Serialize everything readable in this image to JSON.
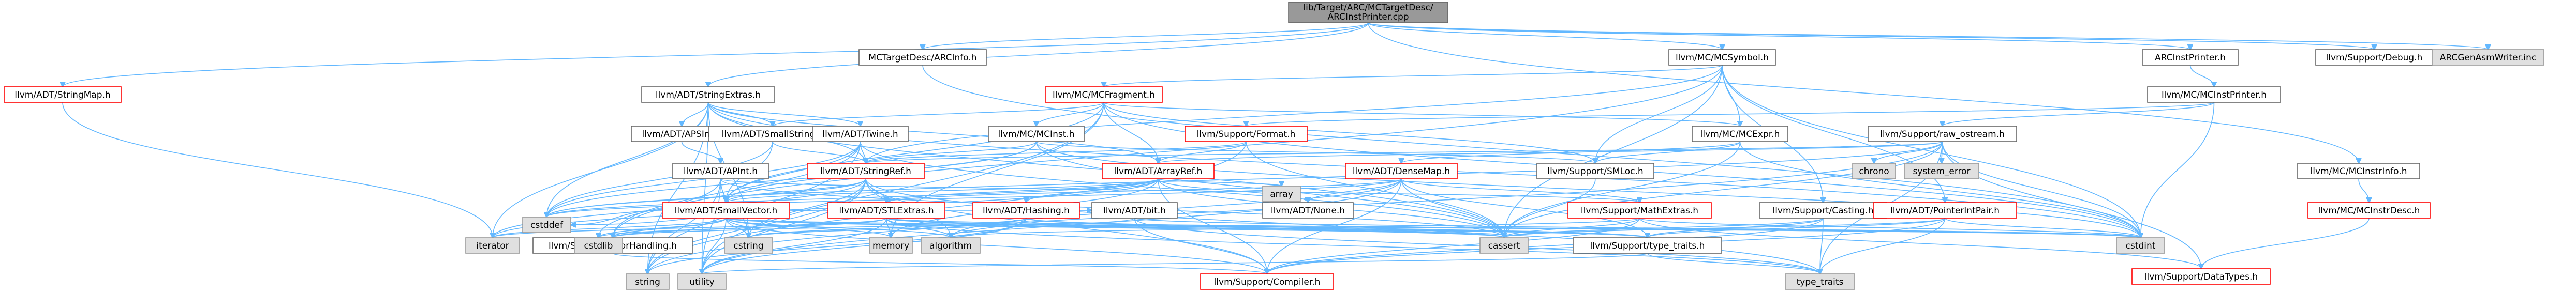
{
  "colors": {
    "edge": "#63b8ff",
    "normal_border": "#666666",
    "normal_fill": "#ffffff",
    "focus_fill": "#999999",
    "focus_border": "#666666",
    "missing_border": "#ff0000",
    "external_fill": "#e0e0e0",
    "external_border": "#999999"
  },
  "graph": {
    "root": "n1",
    "nodes": [
      {
        "id": "n1",
        "label": "lib/Target/ARC/MCTargetDesc/ARCInstPrinter.cpp",
        "kind": "focus"
      },
      {
        "id": "n2",
        "label": "MCTargetDesc/ARCInfo.h",
        "kind": "normal"
      },
      {
        "id": "n3",
        "label": "llvm/ADT/StringMap.h",
        "kind": "missing"
      },
      {
        "id": "n4",
        "label": "llvm/ADT/StringExtras.h",
        "kind": "normal"
      },
      {
        "id": "n5",
        "label": "llvm/MC/MCSymbol.h",
        "kind": "normal"
      },
      {
        "id": "n6",
        "label": "ARCInstPrinter.h",
        "kind": "normal"
      },
      {
        "id": "n7",
        "label": "llvm/Support/Debug.h",
        "kind": "normal"
      },
      {
        "id": "n8",
        "label": "ARCGenAsmWriter.inc",
        "kind": "external"
      },
      {
        "id": "n9",
        "label": "llvm/MC/MCFragment.h",
        "kind": "missing"
      },
      {
        "id": "n10",
        "label": "llvm/MC/MCInstPrinter.h",
        "kind": "normal"
      },
      {
        "id": "n11",
        "label": "llvm/ADT/APSInt.h",
        "kind": "normal"
      },
      {
        "id": "n12",
        "label": "llvm/ADT/SmallString.h",
        "kind": "normal"
      },
      {
        "id": "n13",
        "label": "llvm/ADT/Twine.h",
        "kind": "normal"
      },
      {
        "id": "n14",
        "label": "llvm/MC/MCInst.h",
        "kind": "normal"
      },
      {
        "id": "n15",
        "label": "llvm/Support/Format.h",
        "kind": "missing"
      },
      {
        "id": "n16",
        "label": "llvm/MC/MCExpr.h",
        "kind": "normal"
      },
      {
        "id": "n17",
        "label": "llvm/Support/raw_ostream.h",
        "kind": "normal"
      },
      {
        "id": "n18",
        "label": "llvm/ADT/APInt.h",
        "kind": "normal"
      },
      {
        "id": "n19",
        "label": "llvm/ADT/StringRef.h",
        "kind": "missing"
      },
      {
        "id": "n20",
        "label": "llvm/ADT/ArrayRef.h",
        "kind": "missing"
      },
      {
        "id": "n21",
        "label": "llvm/ADT/DenseMap.h",
        "kind": "missing"
      },
      {
        "id": "n22",
        "label": "llvm/Support/SMLoc.h",
        "kind": "normal"
      },
      {
        "id": "n23",
        "label": "chrono",
        "kind": "external"
      },
      {
        "id": "n24",
        "label": "system_error",
        "kind": "external"
      },
      {
        "id": "n25",
        "label": "llvm/MC/MCInstrInfo.h",
        "kind": "normal"
      },
      {
        "id": "n26",
        "label": "llvm/ADT/SmallVector.h",
        "kind": "missing"
      },
      {
        "id": "n27",
        "label": "llvm/ADT/STLExtras.h",
        "kind": "missing"
      },
      {
        "id": "n28",
        "label": "llvm/ADT/Hashing.h",
        "kind": "missing"
      },
      {
        "id": "n29",
        "label": "llvm/ADT/bit.h",
        "kind": "normal"
      },
      {
        "id": "n30",
        "label": "array",
        "kind": "external"
      },
      {
        "id": "n31",
        "label": "llvm/ADT/None.h",
        "kind": "normal"
      },
      {
        "id": "n32",
        "label": "llvm/Support/MathExtras.h",
        "kind": "missing"
      },
      {
        "id": "n33",
        "label": "llvm/Support/Casting.h",
        "kind": "normal"
      },
      {
        "id": "n34",
        "label": "llvm/ADT/PointerIntPair.h",
        "kind": "missing"
      },
      {
        "id": "n35",
        "label": "llvm/MC/MCInstrDesc.h",
        "kind": "missing"
      },
      {
        "id": "n36",
        "label": "llvm/Support/ErrorHandling.h",
        "kind": "normal"
      },
      {
        "id": "n37",
        "label": "iterator",
        "kind": "external"
      },
      {
        "id": "n38",
        "label": "cstddef",
        "kind": "external"
      },
      {
        "id": "n39",
        "label": "cstdlib",
        "kind": "external"
      },
      {
        "id": "n40",
        "label": "cstring",
        "kind": "external"
      },
      {
        "id": "n41",
        "label": "memory",
        "kind": "external"
      },
      {
        "id": "n42",
        "label": "algorithm",
        "kind": "external"
      },
      {
        "id": "n43",
        "label": "cassert",
        "kind": "external"
      },
      {
        "id": "n44",
        "label": "llvm/Support/type_traits.h",
        "kind": "normal"
      },
      {
        "id": "n45",
        "label": "cstdint",
        "kind": "external"
      },
      {
        "id": "n46",
        "label": "llvm/Support/DataTypes.h",
        "kind": "missing"
      },
      {
        "id": "n47",
        "label": "string",
        "kind": "external"
      },
      {
        "id": "n48",
        "label": "utility",
        "kind": "external"
      },
      {
        "id": "n49",
        "label": "llvm/Support/Compiler.h",
        "kind": "missing"
      },
      {
        "id": "n50",
        "label": "type_traits",
        "kind": "external"
      }
    ],
    "edges": [
      [
        "n1",
        "n2"
      ],
      [
        "n1",
        "n3"
      ],
      [
        "n1",
        "n4"
      ],
      [
        "n1",
        "n5"
      ],
      [
        "n1",
        "n6"
      ],
      [
        "n1",
        "n7"
      ],
      [
        "n1",
        "n8"
      ],
      [
        "n1",
        "n25"
      ],
      [
        "n2",
        "n45"
      ],
      [
        "n3",
        "n37"
      ],
      [
        "n4",
        "n11"
      ],
      [
        "n4",
        "n12"
      ],
      [
        "n4",
        "n13"
      ],
      [
        "n4",
        "n19"
      ],
      [
        "n4",
        "n20"
      ],
      [
        "n4",
        "n37"
      ],
      [
        "n4",
        "n38"
      ],
      [
        "n4",
        "n40"
      ],
      [
        "n4",
        "n47"
      ],
      [
        "n4",
        "n48"
      ],
      [
        "n4",
        "n45"
      ],
      [
        "n4",
        "n43"
      ],
      [
        "n5",
        "n9"
      ],
      [
        "n5",
        "n16"
      ],
      [
        "n5",
        "n19"
      ],
      [
        "n5",
        "n22"
      ],
      [
        "n5",
        "n36"
      ],
      [
        "n5",
        "n43"
      ],
      [
        "n5",
        "n45"
      ],
      [
        "n5",
        "n33"
      ],
      [
        "n5",
        "n34"
      ],
      [
        "n6",
        "n10"
      ],
      [
        "n9",
        "n14"
      ],
      [
        "n9",
        "n20"
      ],
      [
        "n9",
        "n26"
      ],
      [
        "n9",
        "n12"
      ],
      [
        "n9",
        "n16"
      ],
      [
        "n9",
        "n22"
      ],
      [
        "n9",
        "n45"
      ],
      [
        "n9",
        "n48"
      ],
      [
        "n9",
        "n41"
      ],
      [
        "n10",
        "n15"
      ],
      [
        "n10",
        "n17"
      ],
      [
        "n10",
        "n45"
      ],
      [
        "n11",
        "n18"
      ],
      [
        "n12",
        "n19"
      ],
      [
        "n12",
        "n26"
      ],
      [
        "n12",
        "n38"
      ],
      [
        "n13",
        "n19"
      ],
      [
        "n13",
        "n26"
      ],
      [
        "n13",
        "n36"
      ],
      [
        "n13",
        "n43"
      ],
      [
        "n13",
        "n38"
      ],
      [
        "n13",
        "n47"
      ],
      [
        "n14",
        "n19"
      ],
      [
        "n14",
        "n26"
      ],
      [
        "n14",
        "n22"
      ],
      [
        "n14",
        "n43"
      ],
      [
        "n14",
        "n38"
      ],
      [
        "n14",
        "n45"
      ],
      [
        "n15",
        "n20"
      ],
      [
        "n15",
        "n19"
      ],
      [
        "n15",
        "n43"
      ],
      [
        "n15",
        "n47"
      ],
      [
        "n16",
        "n21"
      ],
      [
        "n16",
        "n22"
      ],
      [
        "n16",
        "n43"
      ],
      [
        "n16",
        "n45"
      ],
      [
        "n17",
        "n20"
      ],
      [
        "n17",
        "n19"
      ],
      [
        "n17",
        "n23"
      ],
      [
        "n17",
        "n24"
      ],
      [
        "n17",
        "n43"
      ],
      [
        "n17",
        "n38"
      ],
      [
        "n17",
        "n45"
      ],
      [
        "n17",
        "n47"
      ],
      [
        "n17",
        "n50"
      ],
      [
        "n17",
        "n46"
      ],
      [
        "n18",
        "n32"
      ],
      [
        "n18",
        "n43"
      ],
      [
        "n18",
        "n39"
      ],
      [
        "n18",
        "n47"
      ],
      [
        "n18",
        "n48"
      ],
      [
        "n18",
        "n40"
      ],
      [
        "n19",
        "n26"
      ],
      [
        "n19",
        "n27"
      ],
      [
        "n19",
        "n49"
      ],
      [
        "n19",
        "n42"
      ],
      [
        "n19",
        "n38"
      ],
      [
        "n19",
        "n40"
      ],
      [
        "n19",
        "n37"
      ],
      [
        "n19",
        "n47"
      ],
      [
        "n19",
        "n48"
      ],
      [
        "n19",
        "n50"
      ],
      [
        "n20",
        "n28"
      ],
      [
        "n20",
        "n31"
      ],
      [
        "n20",
        "n26"
      ],
      [
        "n20",
        "n27"
      ],
      [
        "n20",
        "n49"
      ],
      [
        "n20",
        "n30"
      ],
      [
        "n20",
        "n43"
      ],
      [
        "n20",
        "n38"
      ],
      [
        "n20",
        "n37"
      ],
      [
        "n20",
        "n41"
      ],
      [
        "n21",
        "n31"
      ],
      [
        "n21",
        "n27"
      ],
      [
        "n21",
        "n32"
      ],
      [
        "n21",
        "n49"
      ],
      [
        "n21",
        "n44"
      ],
      [
        "n21",
        "n43"
      ],
      [
        "n21",
        "n38"
      ],
      [
        "n21",
        "n48"
      ],
      [
        "n21",
        "n42"
      ],
      [
        "n22",
        "n43"
      ],
      [
        "n25",
        "n35"
      ],
      [
        "n26",
        "n49"
      ],
      [
        "n26",
        "n44"
      ],
      [
        "n26",
        "n36"
      ],
      [
        "n26",
        "n42"
      ],
      [
        "n26",
        "n43"
      ],
      [
        "n26",
        "n38"
      ],
      [
        "n26",
        "n39"
      ],
      [
        "n26",
        "n40"
      ],
      [
        "n26",
        "n37"
      ],
      [
        "n26",
        "n41"
      ],
      [
        "n26",
        "n48"
      ],
      [
        "n26",
        "n45"
      ],
      [
        "n27",
        "n29"
      ],
      [
        "n27",
        "n44"
      ],
      [
        "n27",
        "n36"
      ],
      [
        "n27",
        "n42"
      ],
      [
        "n27",
        "n43"
      ],
      [
        "n27",
        "n38"
      ],
      [
        "n27",
        "n45"
      ],
      [
        "n27",
        "n39"
      ],
      [
        "n27",
        "n37"
      ],
      [
        "n27",
        "n41"
      ],
      [
        "n27",
        "n48"
      ],
      [
        "n27",
        "n50"
      ],
      [
        "n28",
        "n29"
      ],
      [
        "n28",
        "n36"
      ],
      [
        "n28",
        "n44"
      ],
      [
        "n28",
        "n43"
      ],
      [
        "n28",
        "n40"
      ],
      [
        "n28",
        "n47"
      ],
      [
        "n28",
        "n48"
      ],
      [
        "n28",
        "n42"
      ],
      [
        "n29",
        "n49"
      ],
      [
        "n29",
        "n40"
      ],
      [
        "n29",
        "n45"
      ],
      [
        "n29",
        "n50"
      ],
      [
        "n32",
        "n49"
      ],
      [
        "n32",
        "n46"
      ],
      [
        "n32",
        "n43"
      ],
      [
        "n32",
        "n45"
      ],
      [
        "n32",
        "n42"
      ],
      [
        "n33",
        "n44"
      ],
      [
        "n33",
        "n49"
      ],
      [
        "n33",
        "n43"
      ],
      [
        "n33",
        "n50"
      ],
      [
        "n34",
        "n49"
      ],
      [
        "n34",
        "n44"
      ],
      [
        "n34",
        "n43"
      ],
      [
        "n34",
        "n45"
      ],
      [
        "n34",
        "n50"
      ],
      [
        "n35",
        "n46"
      ],
      [
        "n36",
        "n49"
      ],
      [
        "n44",
        "n50"
      ],
      [
        "n44",
        "n48"
      ]
    ]
  }
}
